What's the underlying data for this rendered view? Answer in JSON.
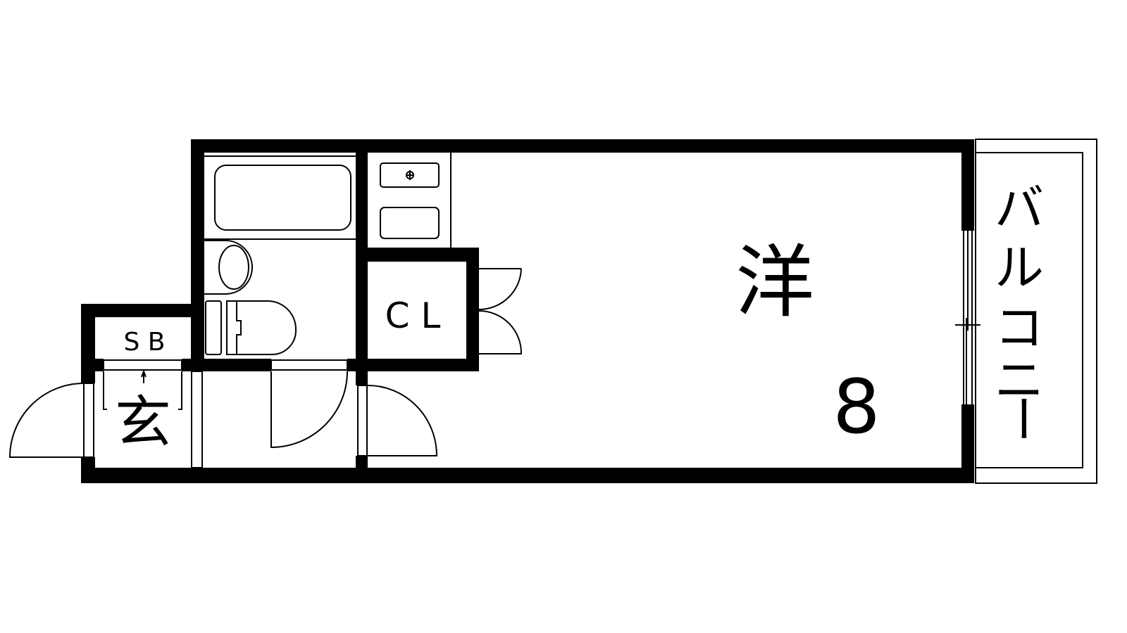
{
  "floor_plan": {
    "rooms": {
      "western_room": {
        "label": "洋",
        "size": "8"
      },
      "closet": {
        "label": "C L"
      },
      "shoe_box": {
        "label": "S B"
      },
      "entrance": {
        "label": "玄"
      },
      "balcony": {
        "label": [
          "バ",
          "ル",
          "コ",
          "ニ",
          "ー"
        ]
      }
    },
    "colors": {
      "wall": "#000000",
      "background": "#ffffff"
    }
  }
}
